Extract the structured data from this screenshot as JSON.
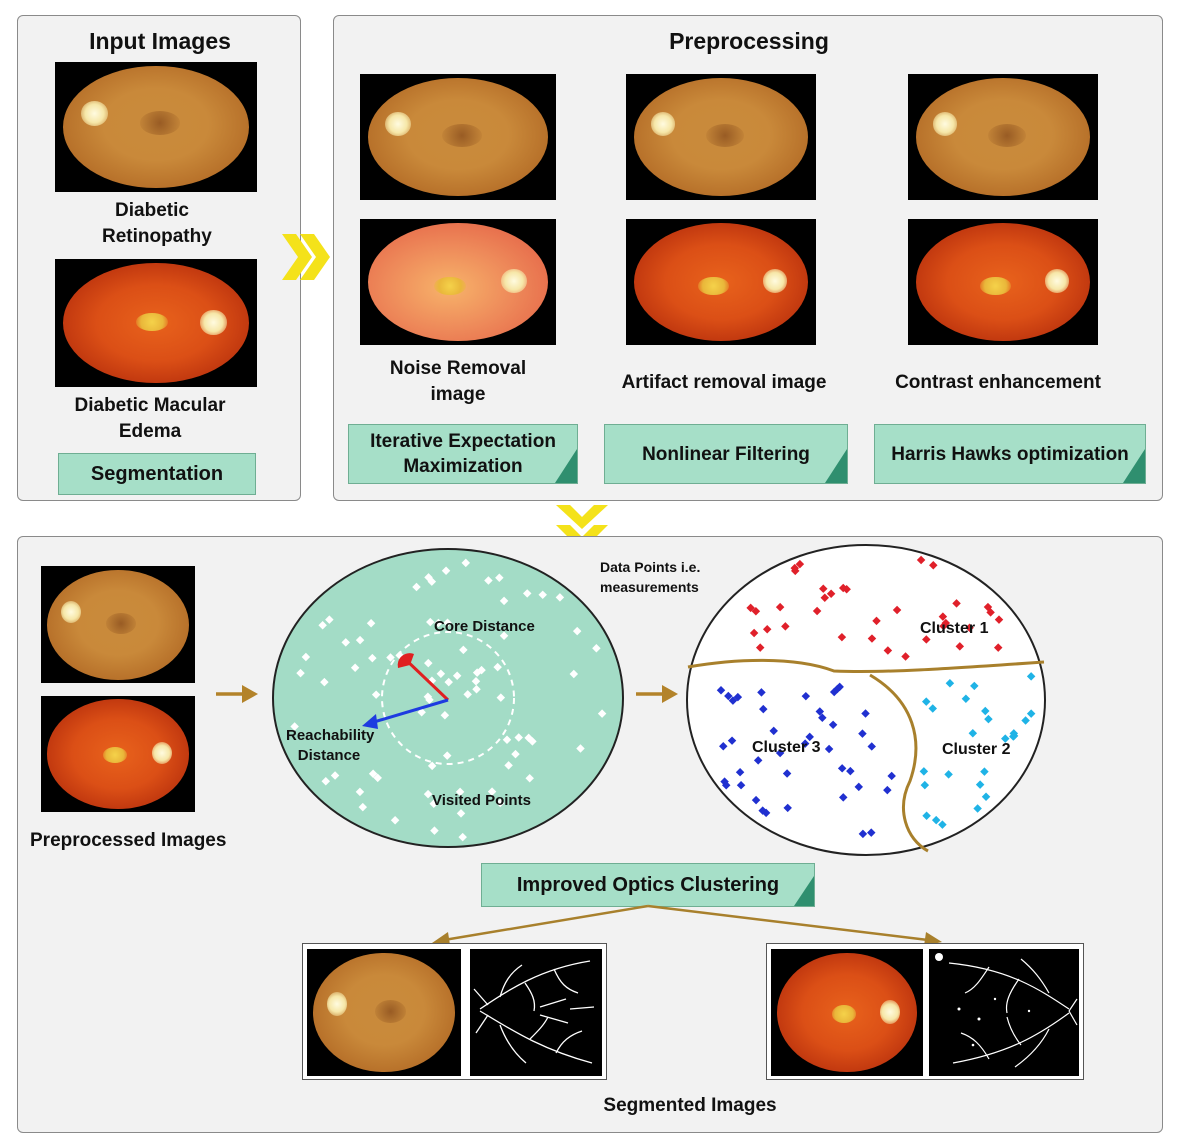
{
  "input_panel": {
    "title": "Input Images",
    "image1_label": "Diabetic Retinopathy",
    "image2_label": "Diabetic Macular Edema",
    "segmentation_button": "Segmentation"
  },
  "preprocessing_panel": {
    "title": "Preprocessing",
    "columns": [
      {
        "label": "Noise Removal image",
        "method": "Iterative Expectation Maximization"
      },
      {
        "label": "Artifact removal image",
        "method": "Nonlinear Filtering"
      },
      {
        "label": "Contrast enhancement",
        "method": "Harris Hawks optimization"
      }
    ]
  },
  "clustering_panel": {
    "preprocessed_label": "Preprocessed Images",
    "data_points_label": "Data Points i.e. measurements",
    "core_distance_label": "Core Distance",
    "reachability_label": "Reachability Distance",
    "visited_points_label": "Visited Points",
    "cluster1_label": "Cluster 1",
    "cluster2_label": "Cluster 2",
    "cluster3_label": "Cluster 3",
    "method_label": "Improved Optics Clustering",
    "segmented_label": "Segmented Images"
  },
  "colors": {
    "panel_bg": "#f2f2f2",
    "green_box": "#a6dfc8",
    "circle_fill": "#a3dcc6",
    "cluster1": "#e0202a",
    "cluster2": "#1fb3e6",
    "cluster3": "#2030d0",
    "arrow_gold": "#b3832a",
    "chevron_yellow": "#f4e21a"
  }
}
